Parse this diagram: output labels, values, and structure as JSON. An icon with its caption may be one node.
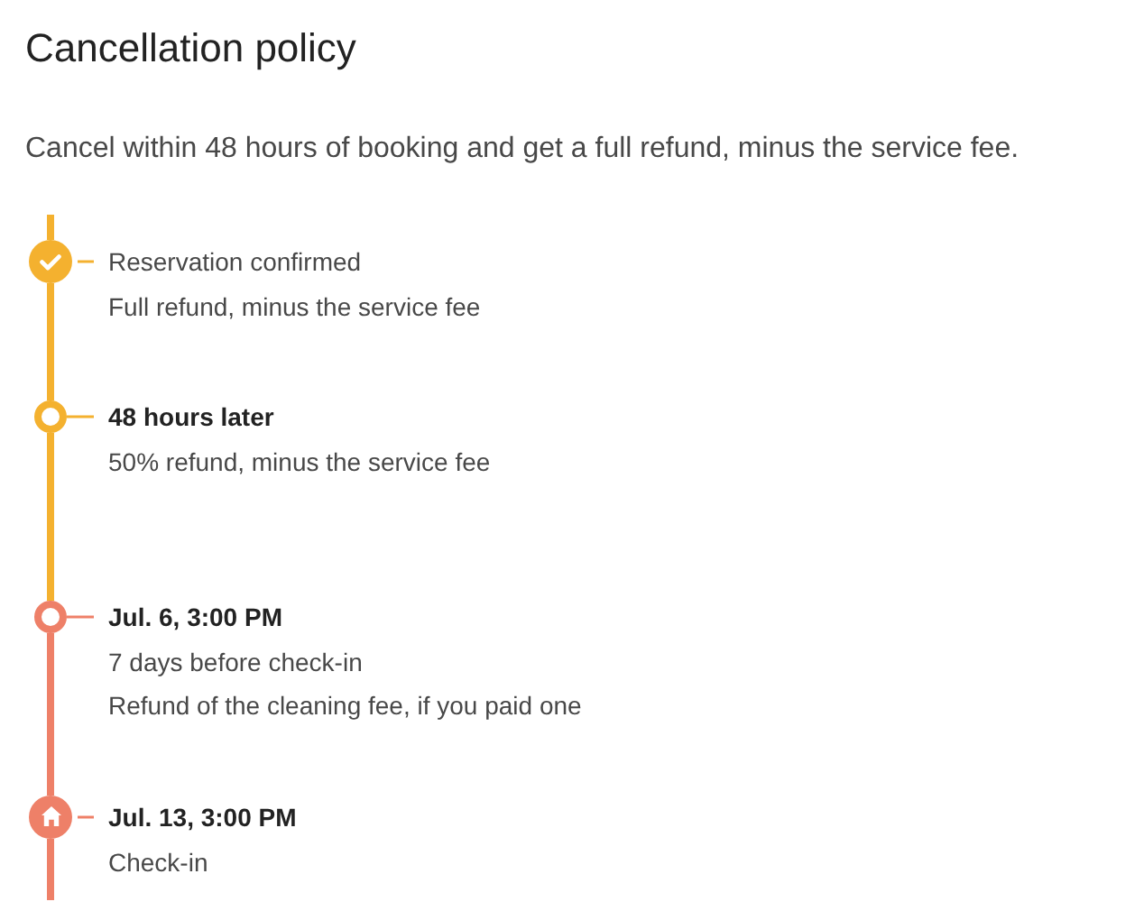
{
  "diagram": {
    "title": "Cancellation policy",
    "nodes": [
      {
        "text": [],
        "shape": "circle",
        "beside": [
          "Reservation confirmed",
          "Full refund, minus the service fee"
        ]
      },
      {
        "text": [],
        "shape": "circle",
        "beside": [
          "48 hours later",
          "50% refund, minus the service fee"
        ]
      },
      {
        "text": [],
        "shape": "circle",
        "beside": [
          "Jul. 6, 3:00 PM",
          "7 days before check-in",
          "Refund of the cleaning fee, if you paid one"
        ]
      },
      {
        "text": [],
        "shape": "circle",
        "beside": [
          "Jul. 13, 3:00 PM",
          "Check-in"
        ]
      }
    ],
    "edges": [
      {
        "from": null,
        "to": 0,
        "arrow": "none"
      },
      {
        "from": 0,
        "to": 1,
        "arrow": "none"
      },
      {
        "from": 1,
        "to": 2,
        "arrow": "none"
      },
      {
        "from": 2,
        "to": 3,
        "arrow": "none",
        "color": "#ee8068"
      },
      {
        "from": 3,
        "to": null,
        "arrow": "none",
        "color": "#ee8068"
      }
    ],
    "labels": [
      "Cancel within 48 hours of booking and get a full refund, minus the service fee."
    ]
  }
}
